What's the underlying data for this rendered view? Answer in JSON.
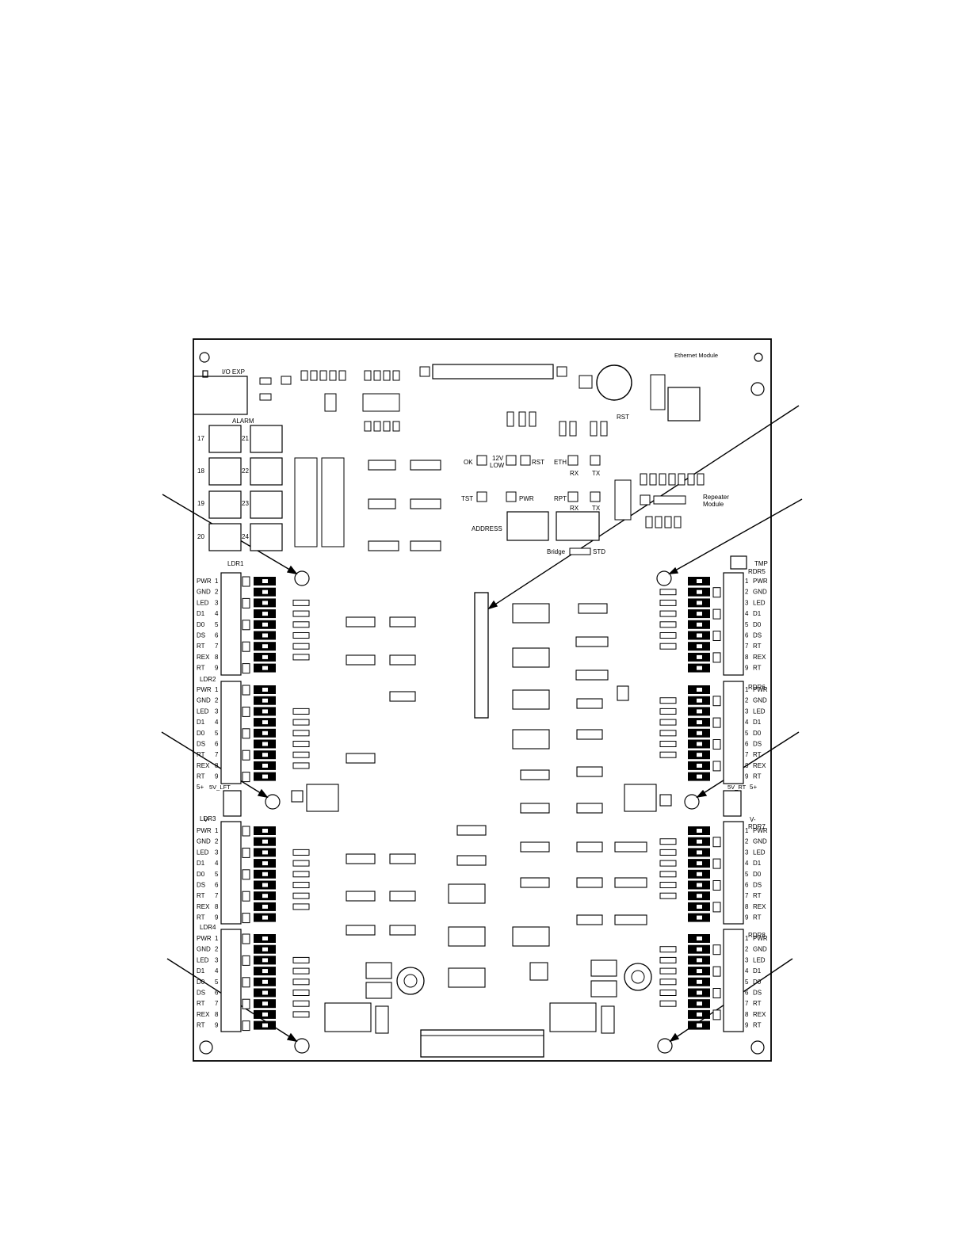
{
  "title_labels": {
    "ethernet_module": "Ethernet Module",
    "io_exp": "I/O EXP",
    "alarm": "ALARM",
    "address": "ADDRESS",
    "bridge": "Bridge",
    "std": "STD",
    "repeater_module": "Repeater",
    "repeater_module_2": "Module",
    "tmp": "TMP",
    "rst": "RST",
    "ok": "OK",
    "twelve_v": "12V",
    "low": "LOW",
    "rst2": "RST",
    "eth": "ETH",
    "rx": "RX",
    "tx": "TX",
    "tst": "TST",
    "pwr": "PWR",
    "rpt": "RPT",
    "rx2": "RX",
    "tx2": "TX",
    "five_v_lft": "5V_LFT",
    "five_v_rt": "5V_RT",
    "five_plus_l": "5+",
    "five_plus_r": "5+",
    "v_minus_l": "V-",
    "v_minus_r": "V-"
  },
  "alarm_numbers_left": [
    "17",
    "18",
    "19",
    "20"
  ],
  "alarm_numbers_right": [
    "21",
    "22",
    "23",
    "24"
  ],
  "readers_left": [
    {
      "name": "LDR1",
      "pins": [
        "PWR",
        "GND",
        "LED",
        "D1",
        "D0",
        "DS",
        "RT",
        "REX",
        "RT"
      ]
    },
    {
      "name": "LDR2",
      "pins": [
        "PWR",
        "GND",
        "LED",
        "D1",
        "D0",
        "DS",
        "RT",
        "REX",
        "RT"
      ]
    },
    {
      "name": "LDR3",
      "pins": [
        "PWR",
        "GND",
        "LED",
        "D1",
        "D0",
        "DS",
        "RT",
        "REX",
        "RT"
      ]
    },
    {
      "name": "LDR4",
      "pins": [
        "PWR",
        "GND",
        "LED",
        "D1",
        "D0",
        "DS",
        "RT",
        "REX",
        "RT"
      ]
    }
  ],
  "readers_right": [
    {
      "name": "RDR5",
      "pins": [
        "PWR",
        "GND",
        "LED",
        "D1",
        "D0",
        "DS",
        "RT",
        "REX",
        "RT"
      ]
    },
    {
      "name": "RDR6",
      "pins": [
        "PWR",
        "GND",
        "LED",
        "D1",
        "D0",
        "DS",
        "RT",
        "REX",
        "RT"
      ]
    },
    {
      "name": "RDR7",
      "pins": [
        "PWR",
        "GND",
        "LED",
        "D1",
        "D0",
        "DS",
        "RT",
        "REX",
        "RT"
      ]
    },
    {
      "name": "RDR8",
      "pins": [
        "PWR",
        "GND",
        "LED",
        "D1",
        "D0",
        "DS",
        "RT",
        "REX",
        "RT"
      ]
    }
  ],
  "pin_numbers": [
    "1",
    "2",
    "3",
    "4",
    "5",
    "6",
    "7",
    "8",
    "9"
  ]
}
